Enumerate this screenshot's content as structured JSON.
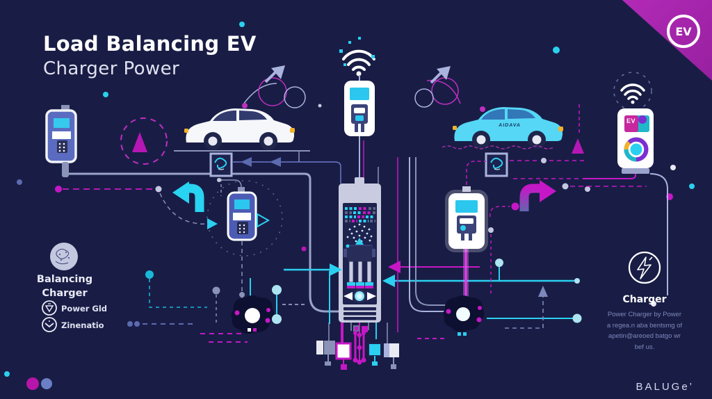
{
  "palette": {
    "background": "#191d45",
    "magenta": "#c617c6",
    "magenta_deep": "#b515a8",
    "cyan": "#2bd0f0",
    "lavender": "#aab3dd",
    "periwinkle": "#5c6ab0",
    "yellow": "#f2b32a",
    "white": "#ffffff",
    "corner_purple": "#a824ae",
    "station_blue": "#5b6cc0",
    "casing_gray": "#c9cce0",
    "panel_navy": "#1d224e"
  },
  "header": {
    "title_line1": "Load Balancing EV",
    "title_line2": "Charger Power"
  },
  "corner_badge": {
    "label": "EV"
  },
  "left_panel": {
    "heading_line1": "Balancing",
    "heading_line2": "Charger",
    "items": [
      {
        "icon": "nut-circle-icon",
        "label": "Power Gld"
      },
      {
        "icon": "clock-circle-icon",
        "label": "Zinenatio"
      }
    ]
  },
  "right_panel": {
    "icon": "bolt-circle-icon",
    "heading": "Charger",
    "body_lines": [
      "Power Charger by Power",
      "a regea.n aba bentsmg of",
      "apetin@areoed batgo wr",
      "bef us."
    ]
  },
  "right_car": {
    "decal": "AIDAVA"
  },
  "right_station": {
    "screen_label": "EV"
  },
  "brand": {
    "label": "BALUGe’"
  },
  "icons": {
    "wifi": "three-arcs-with-dot",
    "ev_badge": "double-ring-circle",
    "power_grid": "triangle-in-circle",
    "schedule": "chevron-in-circle",
    "charger_bolt": "lightning-in-circle"
  }
}
